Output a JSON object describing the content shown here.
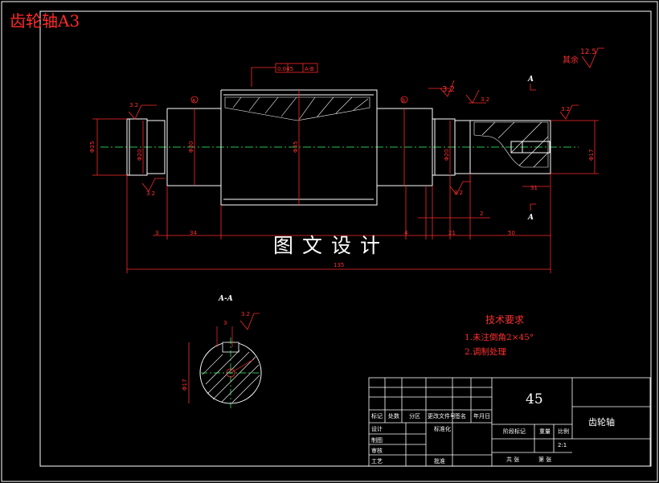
{
  "title": "齿轮轴A3",
  "watermark": "图文设计",
  "technical_requirements": {
    "heading": "技术要求",
    "items": [
      "1.未注倒角2×45°",
      "2.调制处理"
    ]
  },
  "roughness": {
    "rest_label": "其余",
    "rest_value": "12.5",
    "values": [
      "3.2",
      "3.2",
      "3.2",
      "3.2",
      "3.2",
      "3.2",
      "3.2"
    ]
  },
  "tolerance_frame": {
    "value": "0.045",
    "datum": "A-B"
  },
  "datums": [
    "A",
    "B"
  ],
  "section": {
    "label": "A-A",
    "marker": "A"
  },
  "dimensions": {
    "length_total": "135",
    "length_segments": [
      "3",
      "34",
      "4",
      "21",
      "2",
      "50"
    ],
    "keyway_length": "31",
    "diameters": [
      "Φ25",
      "Φ20",
      "Φ30",
      "Φ35",
      "Φ20",
      "Φ17"
    ],
    "section_diameter": "Φ17",
    "key_width": "3"
  },
  "title_block": {
    "material": "45",
    "part_name": "齿轮轴",
    "labels": {
      "mark": "标记",
      "count": "处数",
      "zone": "分区",
      "doc_no": "更改文件号",
      "signature": "签名",
      "date": "年月日",
      "design": "设计",
      "standardize": "标准化",
      "stage_mark": "阶段标记",
      "weight": "重量",
      "scale": "比例",
      "draw": "制图",
      "review": "审核",
      "process": "工艺",
      "approve": "批准",
      "sheets_total": "共 张",
      "sheet_no": "第 张"
    },
    "scale_value": "2:1"
  },
  "colors": {
    "background": "#000000",
    "line": "#ffffff",
    "annotation": "#ff3030",
    "center": "#00ff66"
  }
}
